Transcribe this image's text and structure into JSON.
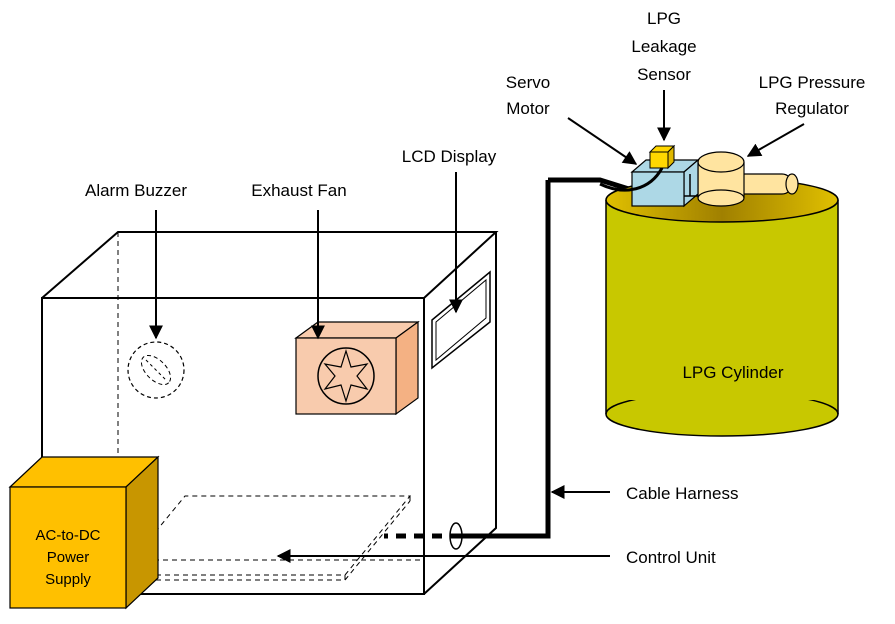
{
  "labels": {
    "lpg_sensor": [
      "LPG",
      "Leakage",
      "Sensor"
    ],
    "servo_motor": [
      "Servo",
      "Motor"
    ],
    "pressure_regulator": [
      "LPG Pressure",
      "Regulator"
    ],
    "lcd_display": "LCD Display",
    "alarm_buzzer": "Alarm Buzzer",
    "exhaust_fan": "Exhaust Fan",
    "lpg_cylinder": "LPG Cylinder",
    "cable_harness": "Cable Harness",
    "control_unit": "Control Unit",
    "power_supply": [
      "AC-to-DC",
      "Power",
      "Supply"
    ]
  },
  "colors": {
    "cylinder": "#C8C800",
    "cylinder_top": "#B89B00",
    "power_supply_front": "#FFC000",
    "power_supply_side": "#C89600",
    "fan_front": "#F8CBAD",
    "fan_side": "#F4B183",
    "servo": "#ADD8E6",
    "sensor": "#FFD700",
    "regulator": "#FFE4A0"
  }
}
